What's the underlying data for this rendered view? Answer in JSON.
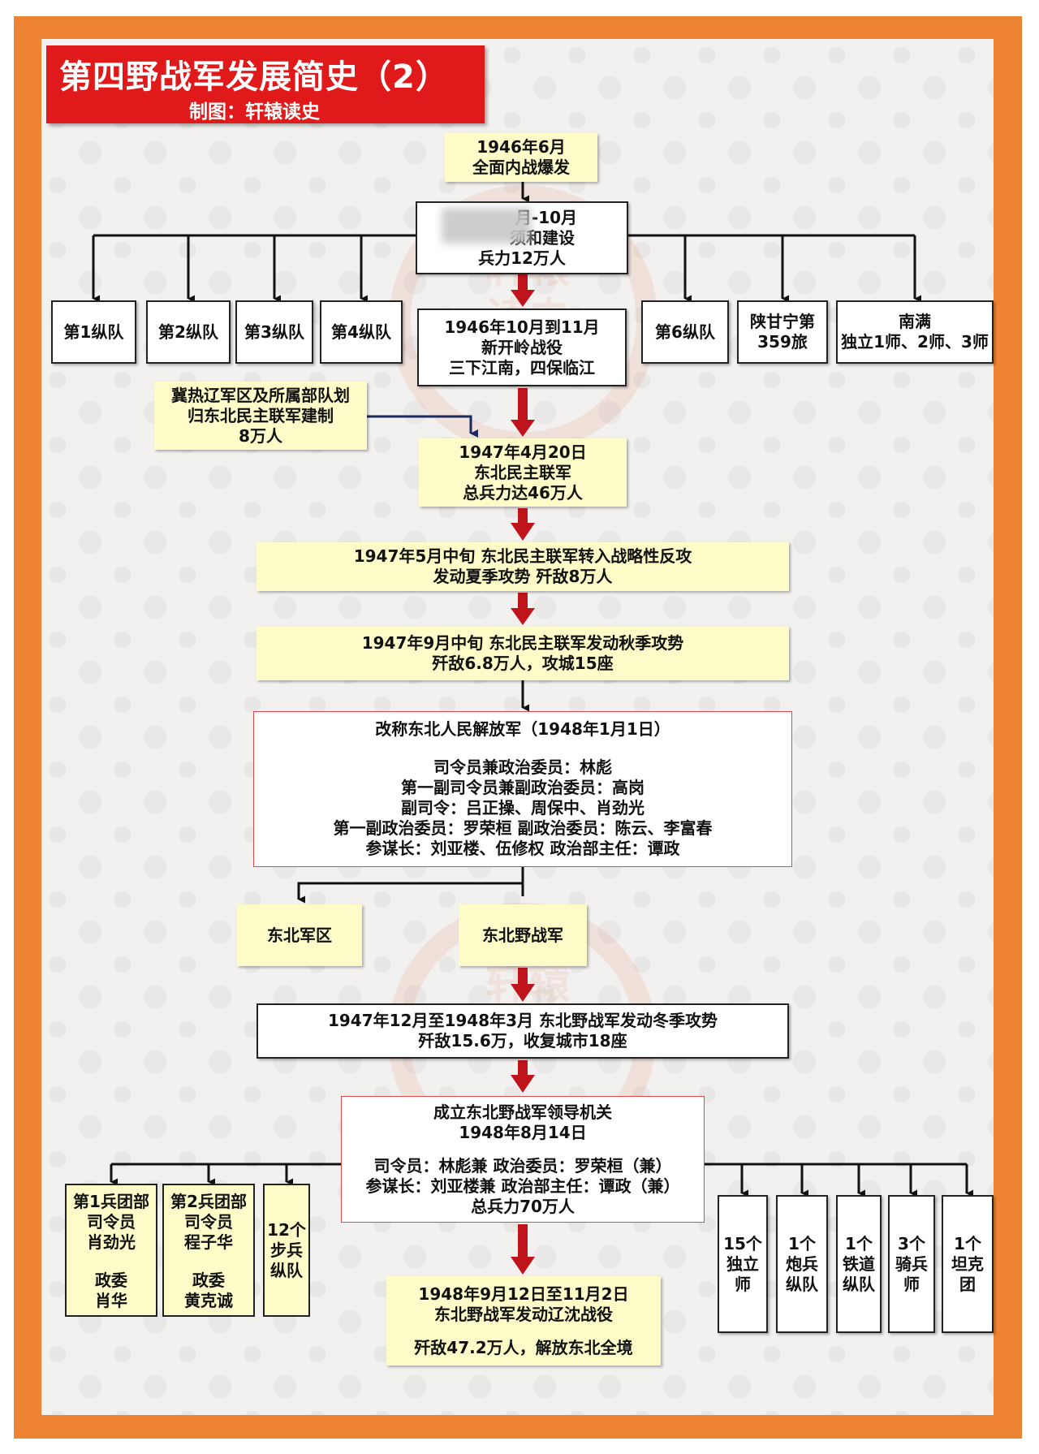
{
  "title": "第四野战军发展简史（2）",
  "author": "制图：轩辕读史",
  "watermark": "轩辕读史",
  "colors": {
    "frame": "#ee8433",
    "title_bg": "#e01a1a",
    "arrow_red": "#c0141c",
    "box_yellow": "#fdfbc8",
    "arrow_navy": "#1b2a5c"
  },
  "nodes": {
    "n1946_6": [
      "1946年6月",
      "全面内战爆发"
    ],
    "n1946_8": [
      "月-10月",
      "须和建设",
      "兵力12万人"
    ],
    "col1": [
      "第1纵队"
    ],
    "col2": [
      "第2纵队"
    ],
    "col3": [
      "第3纵队"
    ],
    "col4": [
      "第4纵队"
    ],
    "col6": [
      "第6纵队"
    ],
    "shaanxi": [
      "陕甘宁第",
      "359旅"
    ],
    "nanman": [
      "南满",
      "独立1师、2师、3师"
    ],
    "xinkailing": [
      "1946年10月到11月",
      "新开岭战役",
      "三下江南，四保临江"
    ],
    "jirelia": [
      "冀热辽军区及所属部队划",
      "归东北民主联军建制",
      "8万人"
    ],
    "n1947_4": [
      "1947年4月20日",
      "东北民主联军",
      "总兵力达46万人"
    ],
    "summer": [
      "1947年5月中旬  东北民主联军转入战略性反攻",
      "发动夏季攻势  歼敌8万人"
    ],
    "autumn": [
      "1947年9月中旬  东北民主联军发动秋季攻势",
      "歼敌6.8万人，攻城15座"
    ],
    "pla": {
      "head": "改称东北人民解放军（1948年1月1日）",
      "lines": [
        "司令员兼政治委员：林彪",
        "第一副司令员兼副政治委员：高岗",
        "副司令：吕正操、周保中、肖劲光",
        "第一副政治委员：罗荣桓    副政治委员：陈云、李富春",
        "参谋长：刘亚楼、伍修权    政治部主任：谭政"
      ]
    },
    "nemr": [
      "东北军区"
    ],
    "nefa": [
      "东北野战军"
    ],
    "winter": [
      "1947年12月至1948年3月    东北野战军发动冬季攻势",
      "歼敌15.6万，收复城市18座"
    ],
    "leadership": {
      "head": [
        "成立东北野战军领导机关",
        "1948年8月14日"
      ],
      "lines": [
        "司令员：林彪兼  政治委员：罗荣桓（兼）",
        "参谋长：刘亚楼兼  政治部主任：谭政（兼）",
        "总兵力70万人"
      ]
    },
    "army1": [
      "第1兵团部",
      "司令员",
      "肖劲光",
      "",
      "政委",
      "肖华"
    ],
    "army2": [
      "第2兵团部",
      "司令员",
      "程子华",
      "",
      "政委",
      "黄克诚"
    ],
    "inf12": [
      "12个",
      "步兵",
      "纵队"
    ],
    "ind15": [
      "15个",
      "独立",
      "师"
    ],
    "art1": [
      "1个",
      "炮兵",
      "纵队"
    ],
    "rail1": [
      "1个",
      "铁道",
      "纵队"
    ],
    "cav3": [
      "3个",
      "骑兵",
      "师"
    ],
    "tank1": [
      "1个",
      "坦克",
      "团"
    ],
    "liaoshen": {
      "lines": [
        "1948年9月12日至11月2日",
        "东北野战军发动辽沈战役"
      ],
      "result": "歼敌47.2万人，解放东北全境"
    }
  }
}
